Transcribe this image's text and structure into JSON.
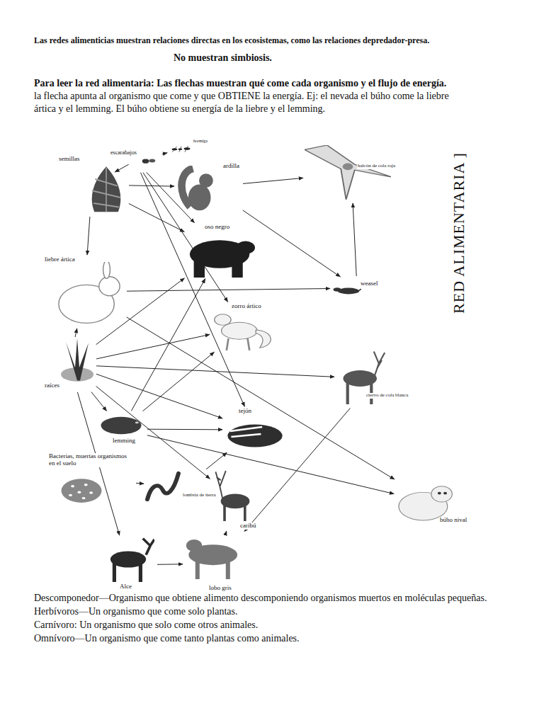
{
  "diagram": {
    "title": "RED ALIMENTARIA ]",
    "nodes": [
      {
        "text": [
          "semillas"
        ]
      },
      {
        "text": [
          "escarabajos"
        ]
      },
      {
        "text": [
          "hormiga"
        ]
      },
      {
        "text": [
          "ardilla"
        ]
      },
      {
        "text": [
          "halcón de cola roja"
        ]
      },
      {
        "text": [
          "oso negro"
        ]
      },
      {
        "text": [
          "liebre ártica"
        ]
      },
      {
        "text": [
          "weasel"
        ]
      },
      {
        "text": [
          "zorro ártico"
        ]
      },
      {
        "text": [
          "raíces"
        ]
      },
      {
        "text": [
          "ciervo de cola blanca"
        ]
      },
      {
        "text": [
          "lemming"
        ]
      },
      {
        "text": [
          "tejón"
        ]
      },
      {
        "text": [
          "Bacterias, muertas organismos en el suelo"
        ]
      },
      {
        "text": [
          "lombriz de tierra"
        ]
      },
      {
        "text": [
          "caribú"
        ]
      },
      {
        "text": [
          "búho nival"
        ]
      },
      {
        "text": [
          "Alce"
        ]
      },
      {
        "text": [
          "lobo gris"
        ]
      }
    ],
    "edges": [
      {
        "from": 0,
        "to": 1,
        "arrow": "to"
      },
      {
        "from": 1,
        "to": 2,
        "arrow": "to"
      },
      {
        "from": 0,
        "to": 3,
        "arrow": "to"
      },
      {
        "from": 0,
        "to": 5,
        "arrow": "to"
      },
      {
        "from": 0,
        "to": 6,
        "arrow": "to"
      },
      {
        "from": 3,
        "to": 4,
        "arrow": "to"
      },
      {
        "from": 3,
        "to": 7,
        "arrow": "to"
      },
      {
        "from": 1,
        "to": 5,
        "arrow": "to"
      },
      {
        "from": 1,
        "to": 8,
        "arrow": "to"
      },
      {
        "from": 1,
        "to": 12,
        "arrow": "to"
      },
      {
        "from": 7,
        "to": 4,
        "arrow": "to"
      },
      {
        "from": 6,
        "to": 7,
        "arrow": "to"
      },
      {
        "from": 6,
        "to": 16,
        "arrow": "to"
      },
      {
        "from": 9,
        "to": 6,
        "arrow": "to"
      },
      {
        "from": 9,
        "to": 5,
        "arrow": "to"
      },
      {
        "from": 9,
        "to": 8,
        "arrow": "to"
      },
      {
        "from": 9,
        "to": 10,
        "arrow": "to"
      },
      {
        "from": 9,
        "to": 11,
        "arrow": "to"
      },
      {
        "from": 9,
        "to": 12,
        "arrow": "to"
      },
      {
        "from": 9,
        "to": 15,
        "arrow": "to"
      },
      {
        "from": 9,
        "to": 17,
        "arrow": "to"
      },
      {
        "from": 11,
        "to": 5,
        "arrow": "to"
      },
      {
        "from": 11,
        "to": 8,
        "arrow": "to"
      },
      {
        "from": 11,
        "to": 12,
        "arrow": "to"
      },
      {
        "from": 11,
        "to": 16,
        "arrow": "to"
      },
      {
        "from": 13,
        "to": 14,
        "arrow": "to"
      },
      {
        "from": 14,
        "to": 12,
        "arrow": "to"
      },
      {
        "from": 15,
        "to": 18,
        "arrow": "to"
      },
      {
        "from": 17,
        "to": 18,
        "arrow": "to"
      },
      {
        "from": 10,
        "to": 18,
        "arrow": "to"
      }
    ],
    "labels": [
      "Las redes alimenticias muestran relaciones directas en los ecosistemas, como las relaciones depredador-presa.",
      "No muestran simbiosis.",
      "Para leer la red alimentaria: Las flechas muestran qué come cada organismo y el flujo de energía.",
      "la flecha apunta al organismo que come y que OBTIENE la energía. Ej: el nevada el búho come la liebre ártica y el lemming. El búho obtiene su energía de la liebre y el lemming.",
      "Descomponedor—Organismo que obtiene alimento descomponiendo organismos muertos en moléculas pequeñas.",
      "Herbívoros—Un organismo que come solo plantas.",
      "Carnívoro: Un organismo que solo come otros animales.",
      "Omnívoro—Un organismo que come tanto plantas como animales."
    ]
  }
}
